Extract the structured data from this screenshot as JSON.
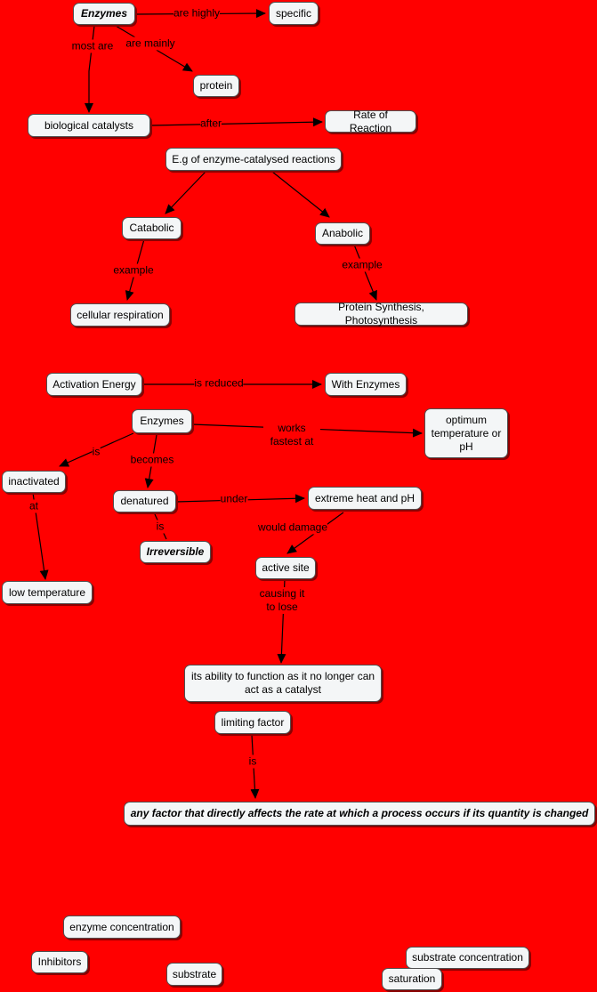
{
  "nodes": {
    "enzymes_top": "Enzymes",
    "specific": "specific",
    "protein": "protein",
    "bio_catalysts": "biological catalysts",
    "rate_of_reaction": "Rate of Reaction",
    "eg_reactions": "E.g of enzyme-catalysed reactions",
    "catabolic": "Catabolic",
    "anabolic": "Anabolic",
    "cellular_respiration": "cellular respiration",
    "protein_synthesis": "Protein Synthesis, Photosynthesis",
    "activation_energy": "Activation Energy",
    "with_enzymes": "With Enzymes",
    "enzymes_mid": "Enzymes",
    "optimum": "optimum temperature or pH",
    "inactivated": "inactivated",
    "denatured": "denatured",
    "extreme_heat": "extreme heat and pH",
    "irreversible": "Irreversible",
    "active_site": "active site",
    "low_temp": "low temperature",
    "ability": "its ability to function as it no longer can act as a catalyst",
    "limiting_factor": "limiting factor",
    "definition": "any factor that directly affects the rate at which a process occurs if its quantity is changed",
    "enzyme_conc": "enzyme concentration",
    "inhibitors": "Inhibitors",
    "substrate": "substrate",
    "substrate_conc": "substrate concentration",
    "saturation": "saturation"
  },
  "links": {
    "are_highly": "are highly",
    "are_mainly": "are mainly",
    "most_are": "most are",
    "after": "after",
    "example_left": "example",
    "example_right": "example",
    "is_reduced": "is reduced",
    "works_fastest_at": "works fastest at",
    "is_left": "is",
    "becomes": "becomes",
    "under": "under",
    "at": "at",
    "is_irreversible": "is",
    "would_damage": "would damage",
    "causing_it_to_lose": "causing it to lose",
    "is_limiting": "is"
  },
  "colors": {
    "background": "#ff0000",
    "node_fill": "#f4f6f7",
    "line": "#000000"
  }
}
